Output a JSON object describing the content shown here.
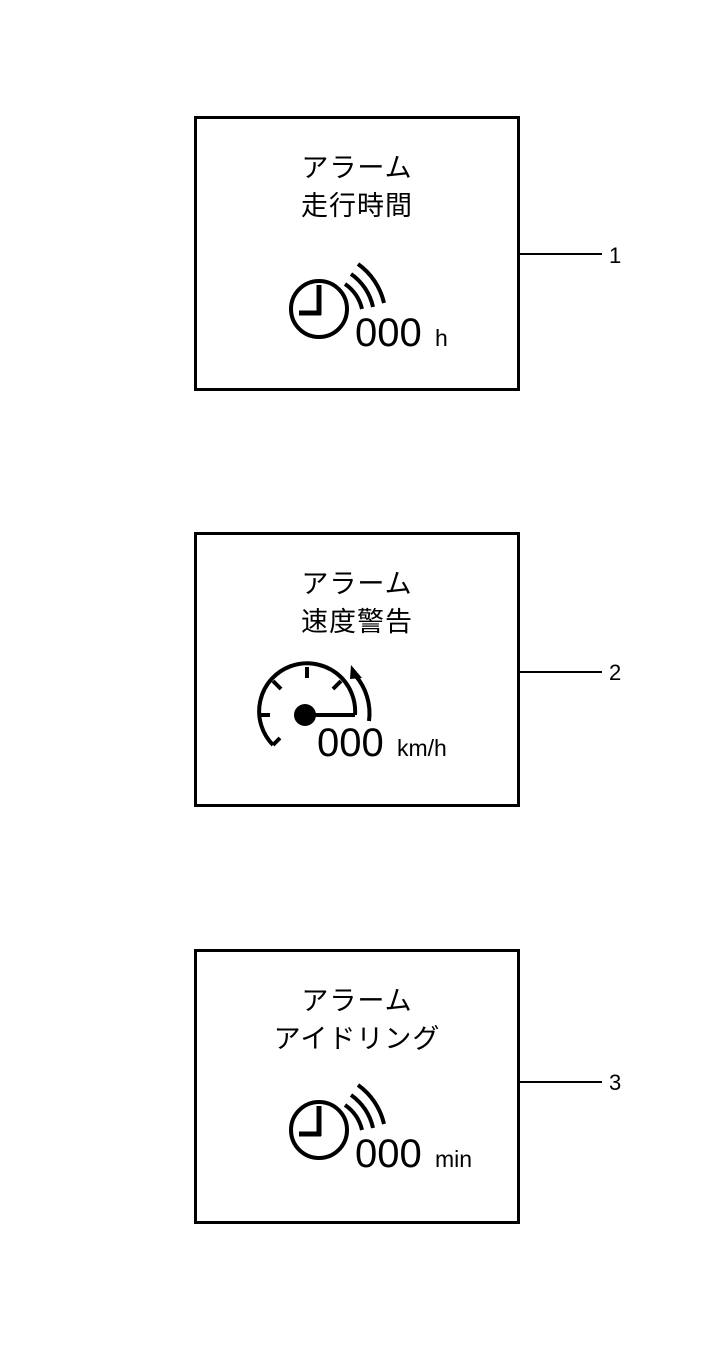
{
  "panels": [
    {
      "ref": "1",
      "title_line1": "アラーム",
      "title_line2": "走行時間",
      "icon": "clock-with-signal-waves-icon",
      "value": "000",
      "unit": "h"
    },
    {
      "ref": "2",
      "title_line1": "アラーム",
      "title_line2": "速度警告",
      "icon": "speedometer-with-arrow-icon",
      "value": "000",
      "unit": "km/h"
    },
    {
      "ref": "3",
      "title_line1": "アラーム",
      "title_line2": "アイドリング",
      "icon": "clock-with-signal-waves-icon",
      "value": "000",
      "unit": "min"
    }
  ]
}
